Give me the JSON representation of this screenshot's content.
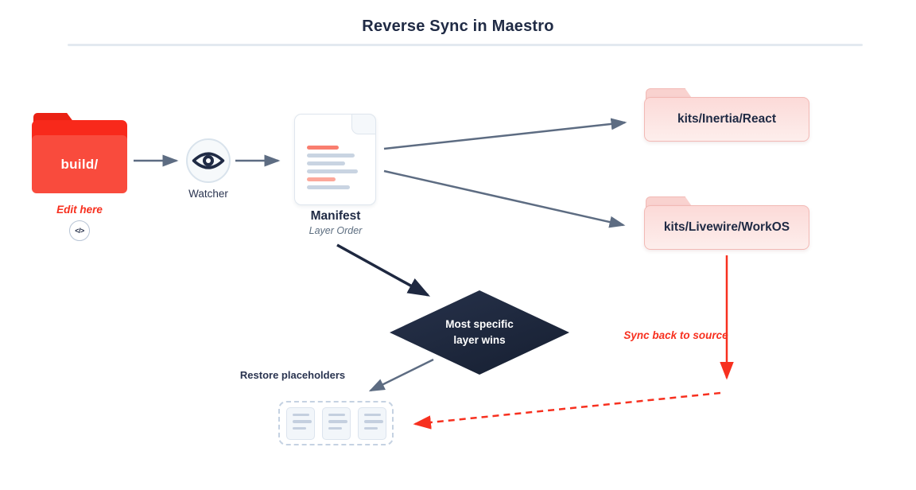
{
  "title": "Reverse Sync in Maestro",
  "nodes": {
    "build_folder": {
      "label": "build/",
      "caption": "Edit here",
      "icon_glyph": "</>"
    },
    "watcher": {
      "label": "Watcher"
    },
    "manifest": {
      "title": "Manifest",
      "subtitle": "Layer Order"
    },
    "kit_react": {
      "label": "kits/Inertia/React"
    },
    "kit_livewire": {
      "label": "kits/Livewire/WorkOS"
    },
    "decision": {
      "line1": "Most specific",
      "line2": "layer wins"
    },
    "placeholders": {
      "label": "Restore placeholders"
    }
  },
  "annotations": {
    "sync_back": "Sync back to source"
  },
  "colors": {
    "navy": "#202b45",
    "accent_red": "#f7301f",
    "red_folder": "#f94b3d",
    "pink_folder": "#fcdad8",
    "slate_arrow": "#5d6c82",
    "divider": "#e3e9f0"
  }
}
